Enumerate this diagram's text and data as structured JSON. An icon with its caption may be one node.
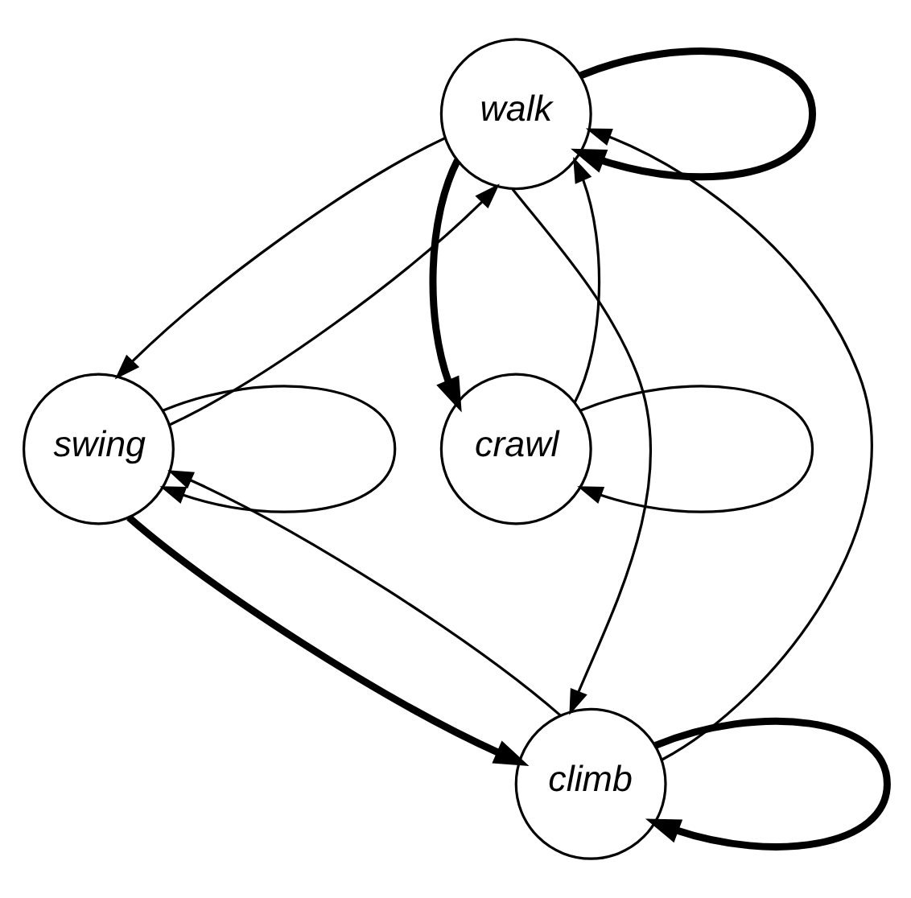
{
  "diagram": {
    "nodes": [
      {
        "text": [
          "walk"
        ]
      },
      {
        "text": [
          "swing"
        ]
      },
      {
        "text": [
          "crawl"
        ]
      },
      {
        "text": [
          "climb"
        ]
      }
    ],
    "edges": [
      {
        "from": 0,
        "to": 0,
        "arrow": "to",
        "style": "thick"
      },
      {
        "from": 1,
        "to": 0,
        "arrow": "to"
      },
      {
        "from": 0,
        "to": 1,
        "arrow": "to"
      },
      {
        "from": 0,
        "to": 2,
        "arrow": "to",
        "style": "thick"
      },
      {
        "from": 2,
        "to": 0,
        "arrow": "to"
      },
      {
        "from": 0,
        "to": 3,
        "arrow": "to"
      },
      {
        "from": 3,
        "to": 0,
        "arrow": "to"
      },
      {
        "from": 1,
        "to": 1,
        "arrow": "to"
      },
      {
        "from": 2,
        "to": 2,
        "arrow": "to"
      },
      {
        "from": 1,
        "to": 3,
        "arrow": "to",
        "style": "thick"
      },
      {
        "from": 3,
        "to": 1,
        "arrow": "to"
      },
      {
        "from": 3,
        "to": 3,
        "arrow": "to",
        "style": "thick"
      }
    ]
  }
}
